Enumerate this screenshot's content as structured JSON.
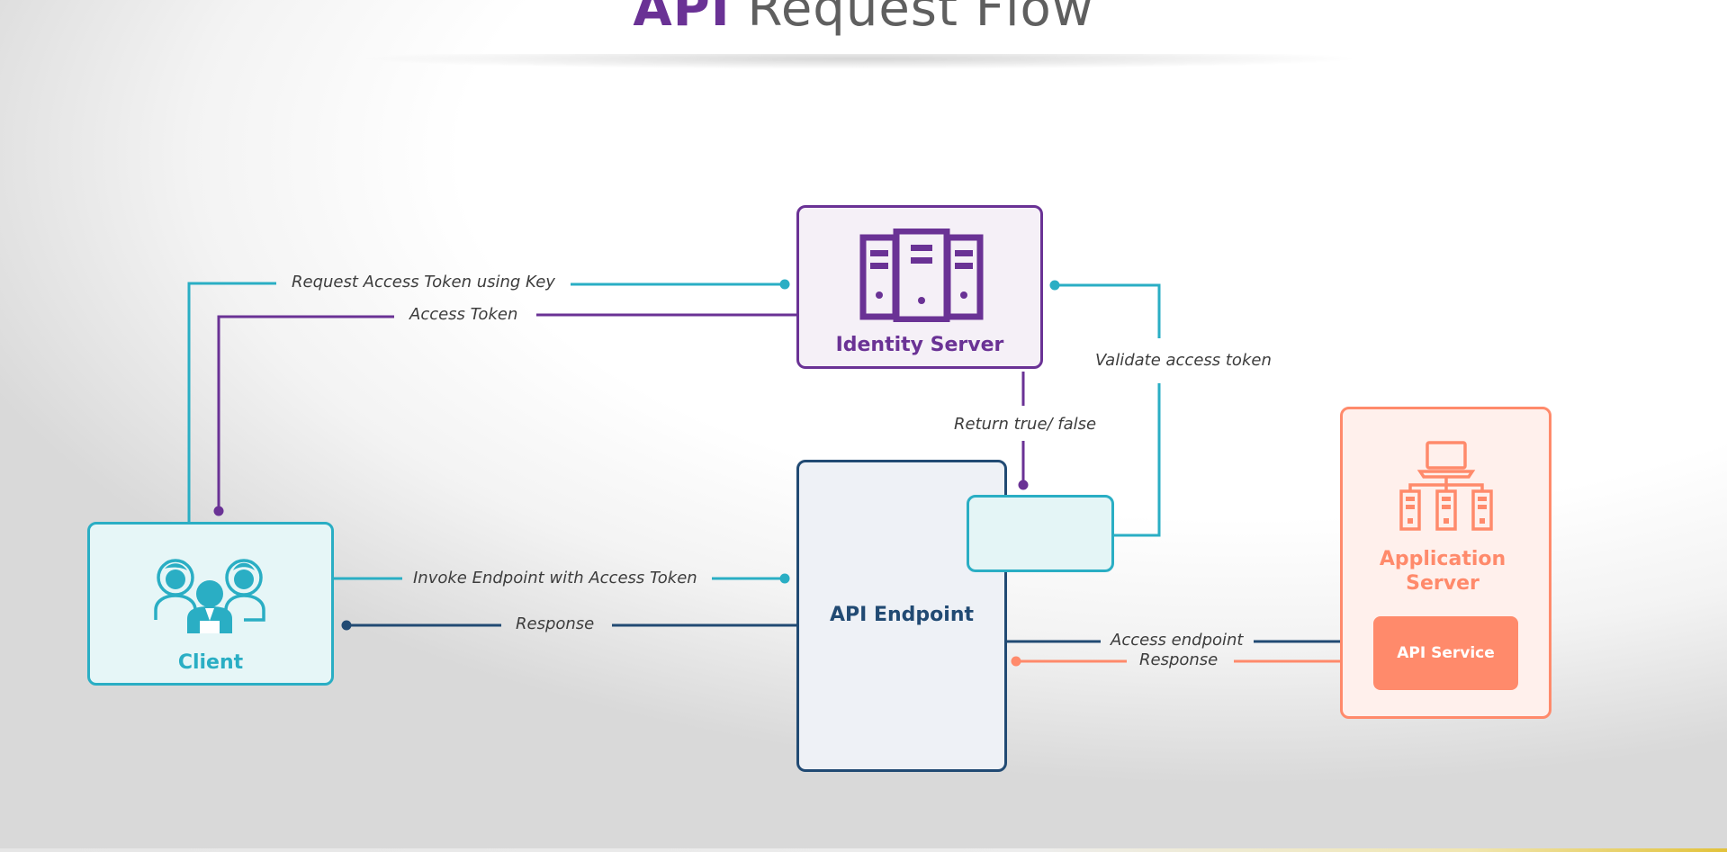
{
  "title": {
    "part1": "API",
    "part2": "Request Flow"
  },
  "colors": {
    "purple": "#6a3295",
    "teal": "#2aaec4",
    "navy": "#214a73",
    "coral": "#ff8a6b",
    "text": "#3d3d3d",
    "title_gray": "#5f5f5f"
  },
  "nodes": {
    "identity_server": {
      "label": "Identity Server",
      "icon": "server-rack-icon"
    },
    "api_endpoint": {
      "label": "API Endpoint"
    },
    "client": {
      "label": "Client",
      "icon": "users-group-icon"
    },
    "application_server": {
      "label": "Application Server",
      "icon": "network-laptop-servers-icon"
    },
    "api_service": {
      "label": "API Service"
    }
  },
  "edges": {
    "request_token": "Request Access Token using Key",
    "access_token": "Access Token",
    "validate_token": "Validate access token",
    "return_true_false": "Return true/ false",
    "invoke_endpoint": "Invoke Endpoint with Access Token",
    "response_client": "Response",
    "access_endpoint": "Access endpoint",
    "response_app": "Response"
  }
}
